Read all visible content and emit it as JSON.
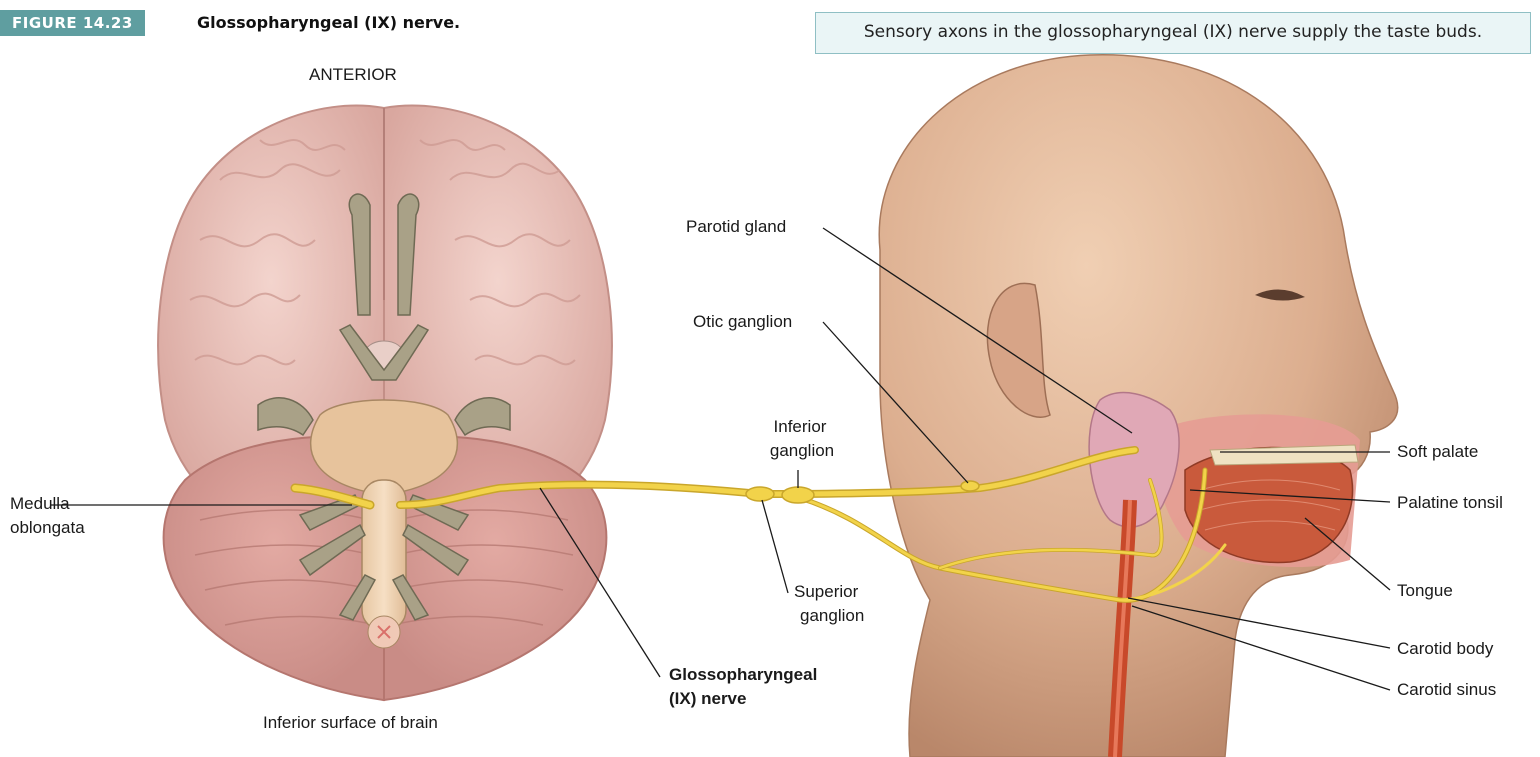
{
  "figure": {
    "tag": "FIGURE 14.23",
    "title": "Glossopharyngeal (IX) nerve.",
    "callout": "Sensory axons in the glossopharyngeal (IX) nerve supply the taste buds."
  },
  "brain_view": {
    "orientation": "ANTERIOR",
    "caption": "Inferior surface of brain",
    "label_medulla_line1": "Medulla",
    "label_medulla_line2": "oblongata"
  },
  "nerve_labels": {
    "parotid_gland": "Parotid gland",
    "otic_ganglion": "Otic ganglion",
    "inferior_ganglion_line1": "Inferior",
    "inferior_ganglion_line2": "ganglion",
    "superior_ganglion_line1": "Superior",
    "superior_ganglion_line2": "ganglion",
    "glossopharyngeal_line1": "Glossopharyngeal",
    "glossopharyngeal_line2": "(IX) nerve"
  },
  "head_labels": {
    "soft_palate": "Soft palate",
    "palatine_tonsil": "Palatine tonsil",
    "tongue": "Tongue",
    "carotid_body": "Carotid body",
    "carotid_sinus": "Carotid sinus"
  },
  "colors": {
    "tag_bg": "#5f9ea0",
    "callout_border": "#8fbfc4",
    "callout_bg": "#eaf5f6",
    "nerve": "#f2d34a",
    "brain": "#e9bfb8",
    "skin": "#dcae8f",
    "muscle": "#c95a3c",
    "artery": "#c8492a"
  }
}
